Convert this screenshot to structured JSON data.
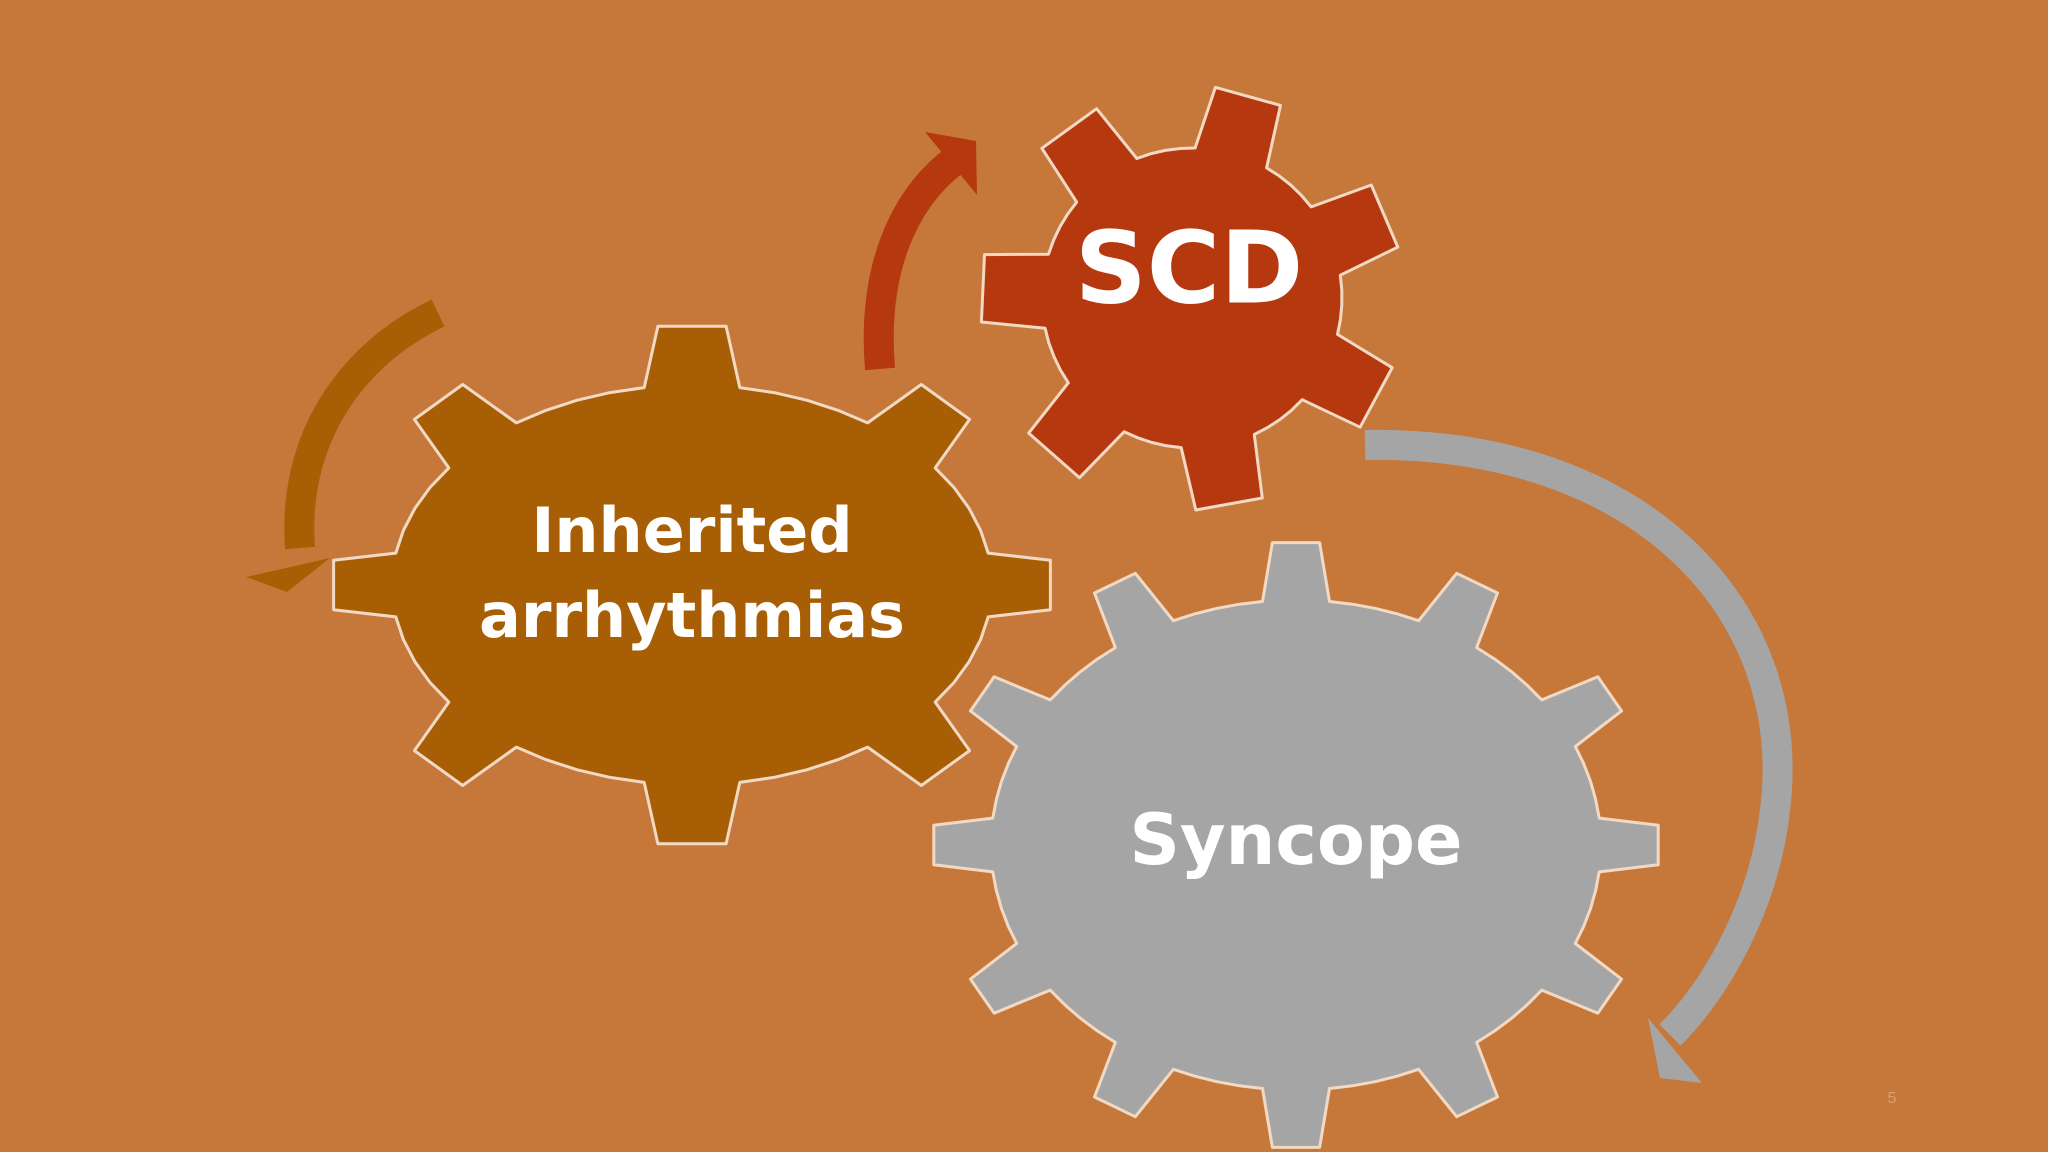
{
  "slide": {
    "background": "#C6783B",
    "page_number": "5"
  },
  "gears": {
    "scd": {
      "label": "SCD",
      "color": "#B5380F"
    },
    "inherited": {
      "label_line1": "Inherited",
      "label_line2": "arrhythmias",
      "color": "#A85E05"
    },
    "syncope": {
      "label": "Syncope",
      "color": "#A5A5A5"
    }
  },
  "arrows": {
    "scd_arrow_color": "#B5380F",
    "inherited_arrow_color": "#A85E05",
    "syncope_arrow_color": "#A5A5A5"
  }
}
